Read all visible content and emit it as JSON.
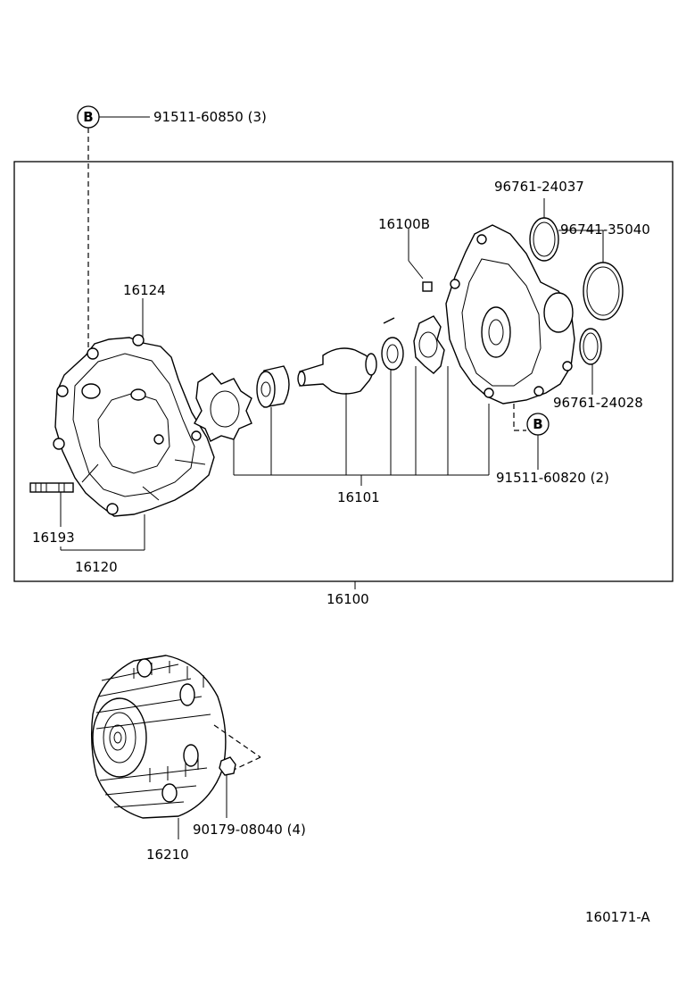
{
  "labels": {
    "bolt_b_upper": "91511-60850 (3)",
    "oring_top": "96761-24037",
    "oring_mid": "96741-35040",
    "oring_low": "96761-24028",
    "pin": "16100B",
    "cover": "16124",
    "bolt_b_lower": "91511-60820 (2)",
    "kit": "16101",
    "stud": "16193",
    "body": "16120",
    "assembly": "16100",
    "nut": "90179-08040 (4)",
    "fan_clutch": "16210",
    "drawing_no": "160171-A"
  },
  "callouts": {
    "b_upper": "B",
    "b_lower": "B"
  }
}
